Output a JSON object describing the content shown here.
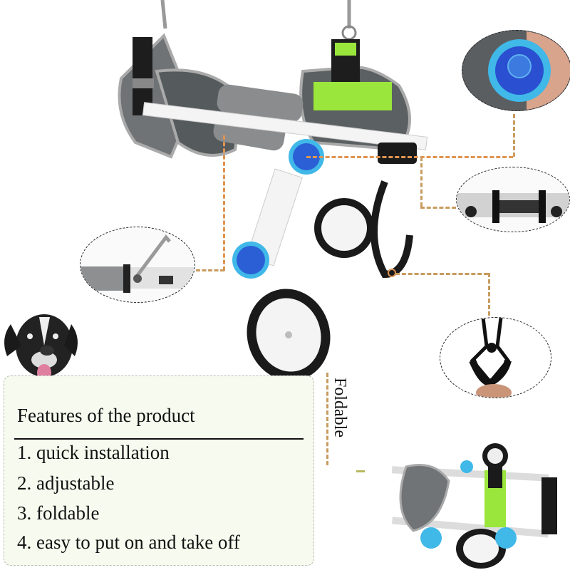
{
  "features": {
    "title": "Features of the product",
    "items": [
      {
        "label": "1. quick installation"
      },
      {
        "label": "2. adjustable"
      },
      {
        "label": "3. foldable"
      },
      {
        "label": "4. easy to put on and take off"
      }
    ]
  },
  "foldable_label": "Foldable",
  "colors": {
    "leader_line": "#c89b5e",
    "leader_line_orange": "#e09450",
    "features_bg": "#f7fbef",
    "harness_green": "#9ae63c",
    "knob_blue": "#2a5fd6",
    "knob_cyan": "#40b8e8",
    "frame_white": "#f4f4f4",
    "wheel_black": "#1a1a1a"
  },
  "callouts": [
    {
      "name": "adjustment-knob-detail"
    },
    {
      "name": "frame-bar-detail"
    },
    {
      "name": "length-adjust-detail"
    },
    {
      "name": "handle-strap-detail"
    }
  ]
}
